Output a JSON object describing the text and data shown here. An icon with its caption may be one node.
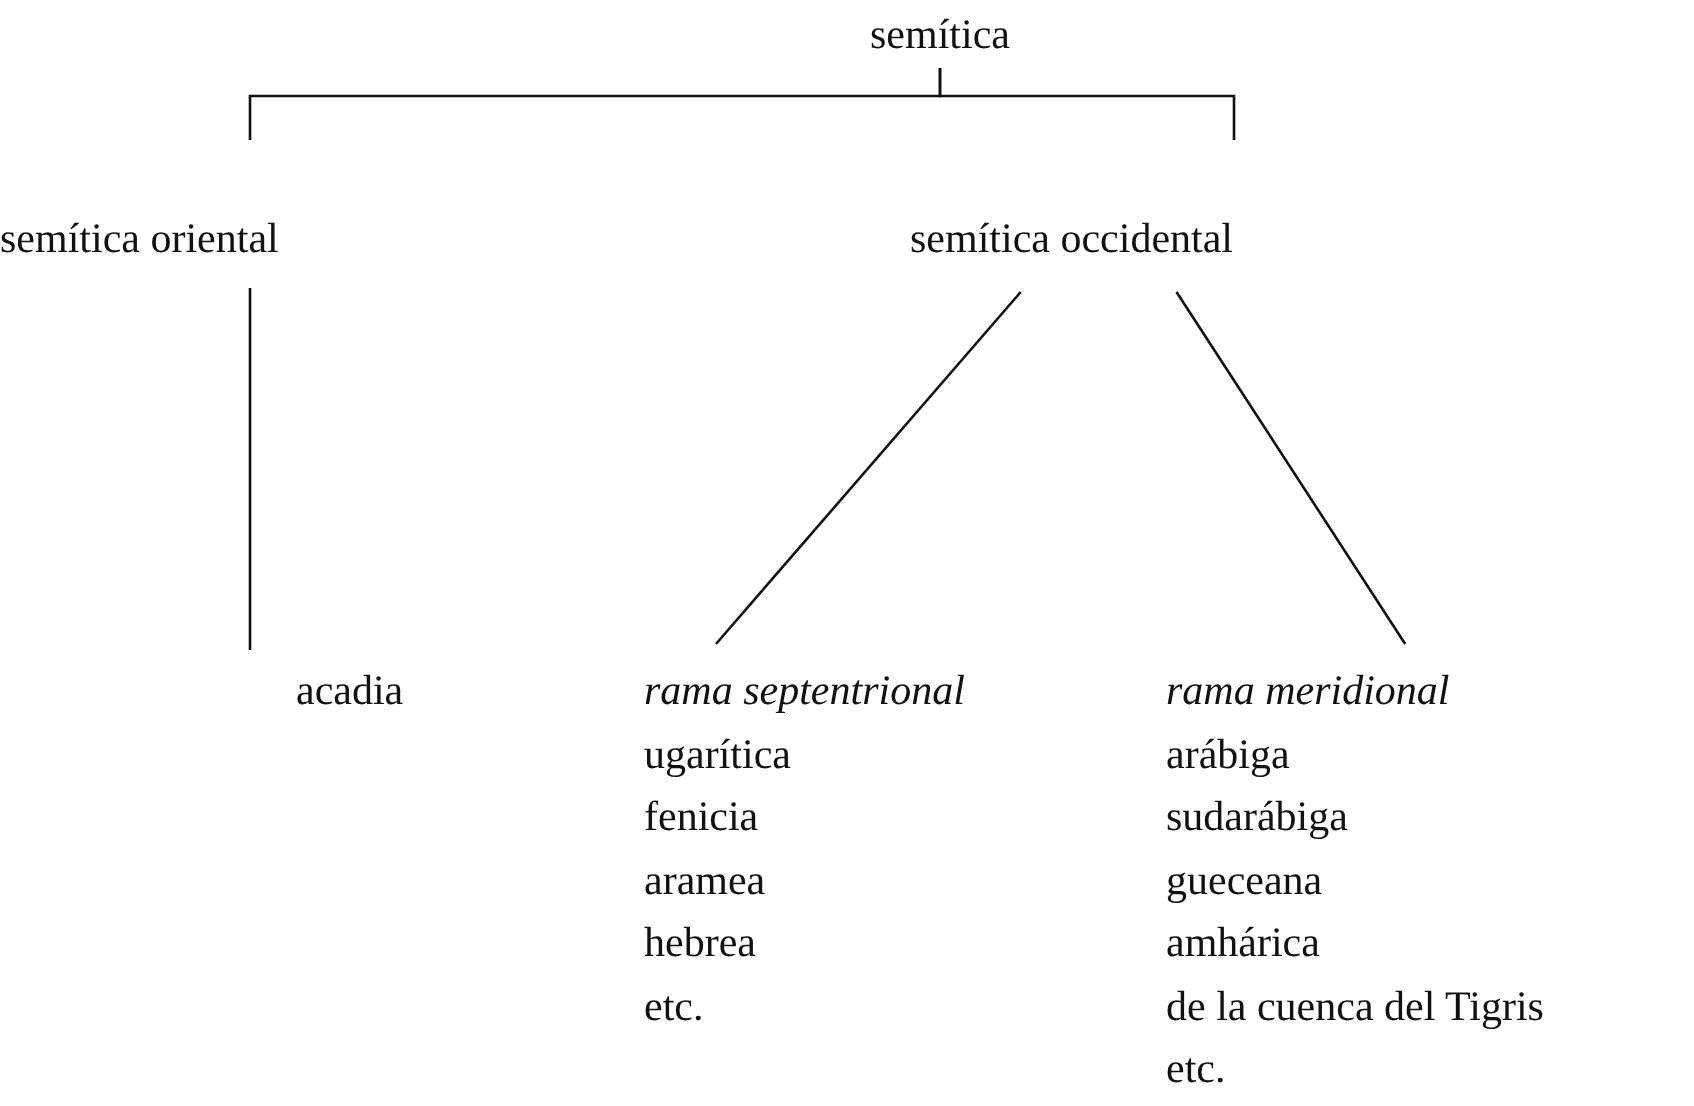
{
  "diagram": {
    "nodes": [
      {
        "text": [
          "semítica"
        ]
      },
      {
        "text": [
          "semítica oriental"
        ]
      },
      {
        "text": [
          "semítica occidental"
        ]
      },
      {
        "text": [
          "acadia"
        ]
      },
      {
        "text": [
          "rama septentrional",
          "ugarítica",
          "fenicia",
          "aramea",
          "hebrea",
          "etc."
        ]
      },
      {
        "text": [
          "rama meridional",
          "arábiga",
          "sudarábiga",
          "gueceana",
          "amhárica",
          "de la cuenca del Tigris",
          "etc."
        ]
      }
    ],
    "edges": [
      {
        "from": 0,
        "to": 1,
        "arrow": "none"
      },
      {
        "from": 0,
        "to": 2,
        "arrow": "none"
      },
      {
        "from": 1,
        "to": 3,
        "arrow": "none"
      },
      {
        "from": 2,
        "to": 4,
        "arrow": "none"
      },
      {
        "from": 2,
        "to": 5,
        "arrow": "none"
      }
    ]
  }
}
